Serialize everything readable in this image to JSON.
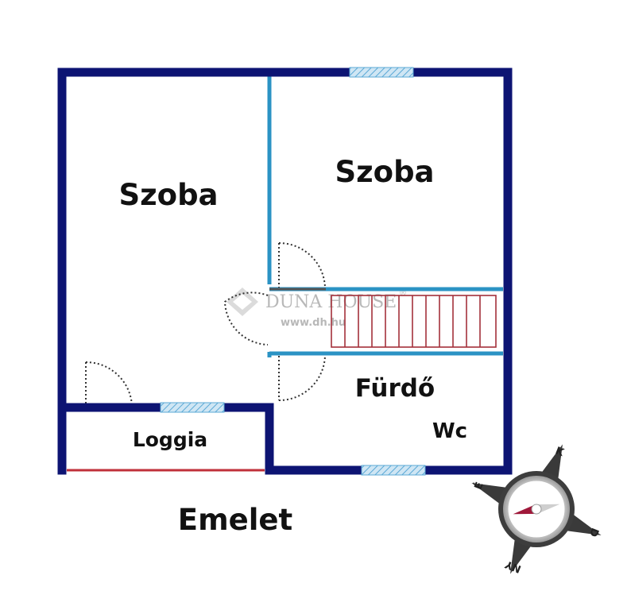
{
  "rooms": {
    "szoba_left": "Szoba",
    "szoba_right": "Szoba",
    "furdo": "Fürdő",
    "wc": "Wc",
    "loggia": "Loggia"
  },
  "floor_label": "Emelet",
  "watermark": {
    "brand": "DUNA HOUSE",
    "registered": "®",
    "url": "www.dh.hu"
  },
  "compass": {
    "north": "É",
    "east": "K",
    "south": "D",
    "west": "NY"
  },
  "colors": {
    "outer_wall": "#0d1473",
    "inner_wall": "#2b93c4",
    "window": "#8ec6e6",
    "stairs": "#a3303a",
    "loggia_rail": "#c0303a",
    "compass_needle": "#a0183a"
  }
}
